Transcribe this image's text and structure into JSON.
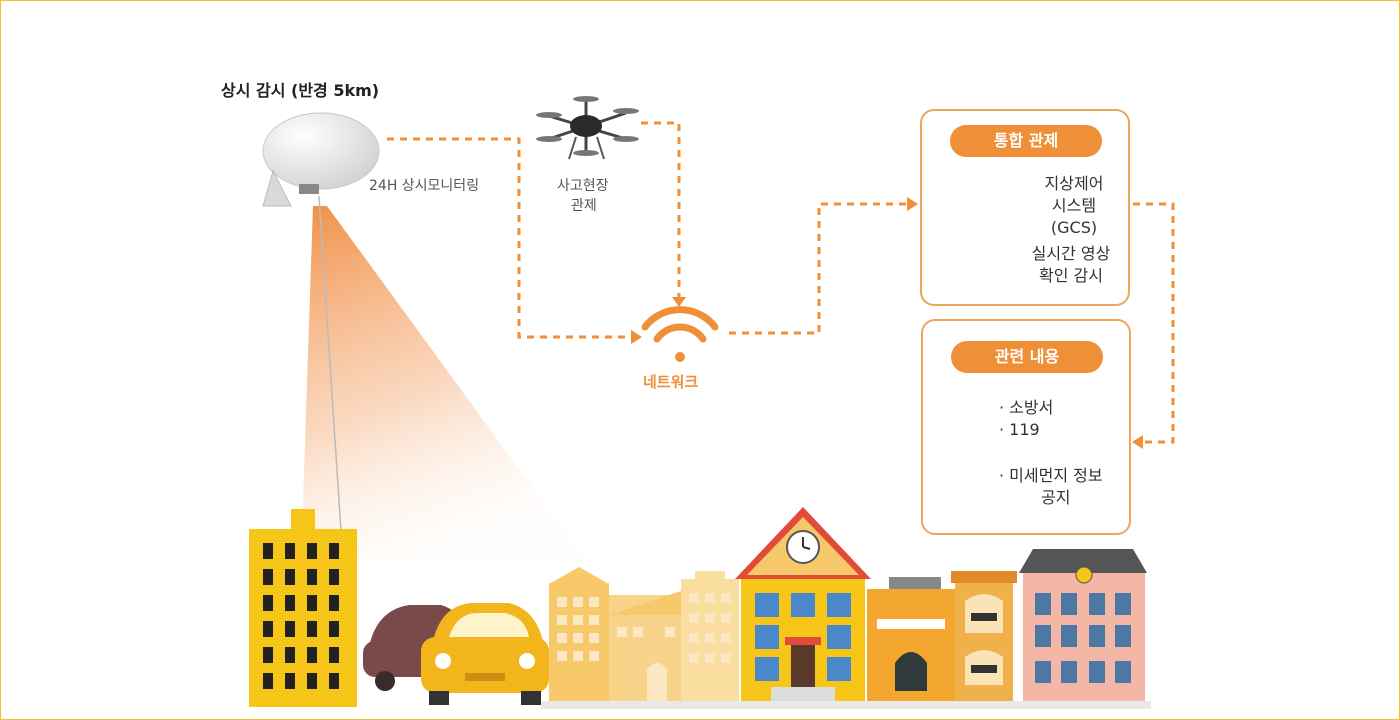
{
  "balloon": {
    "title": "상시 감시 (반경 5km)",
    "monitor_label": "24H 상시모니터링"
  },
  "drone": {
    "label_line1": "사고현장",
    "label_line2": "관제"
  },
  "network": {
    "label": "네트워크"
  },
  "control": {
    "header": "통합 관제",
    "gcs_line1": "지상제어",
    "gcs_line2": "시스템",
    "gcs_line3": "(GCS)",
    "video_line1": "실시간 영상",
    "video_line2": "확인 감시"
  },
  "related": {
    "header": "관련 내용",
    "fire_line1": "· 소방서",
    "fire_line2": "· 119",
    "dust_line1": "· 미세먼지 정보",
    "dust_line2": "공지"
  },
  "colors": {
    "accent": "#ef8f37",
    "border": "#f0c233",
    "building_yellow": "#f5c518"
  },
  "icons": [
    "balloon-icon",
    "drone-icon",
    "wifi-icon",
    "gcs-screen-icon",
    "tablet-icon",
    "fire-truck-icon",
    "presentation-board-icon"
  ]
}
